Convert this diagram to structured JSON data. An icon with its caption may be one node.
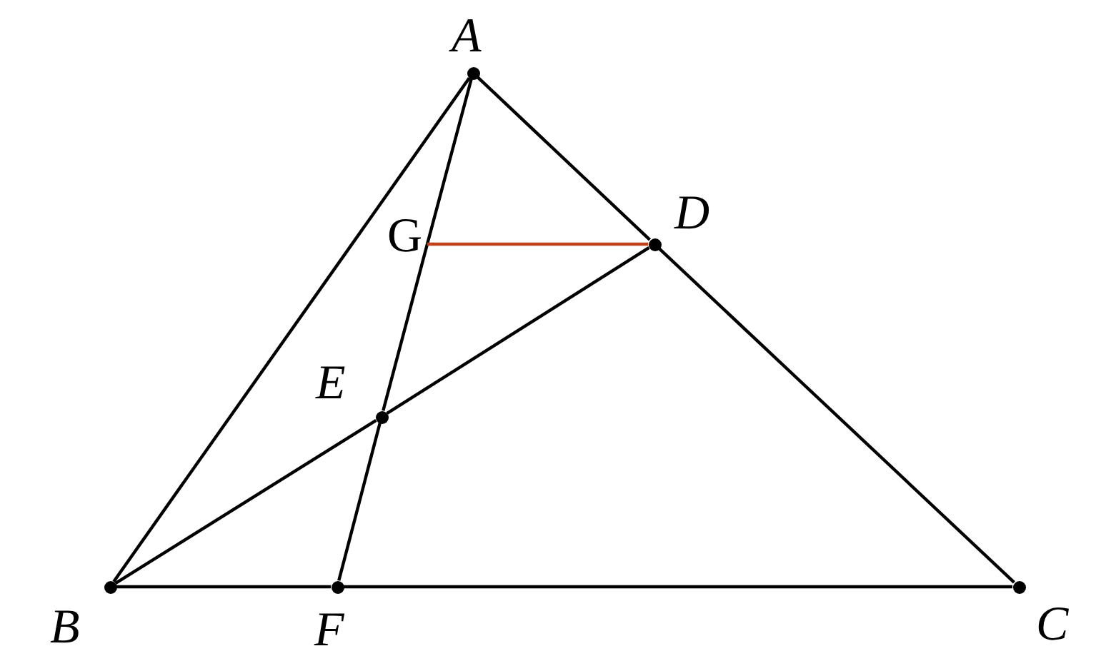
{
  "diagram": {
    "nodes": [
      {
        "text": [
          "A"
        ]
      },
      {
        "text": [
          "G"
        ]
      },
      {
        "text": [
          "D"
        ]
      },
      {
        "text": [
          "E"
        ]
      },
      {
        "text": [
          "B"
        ]
      },
      {
        "text": [
          "F"
        ]
      },
      {
        "text": [
          "C"
        ]
      }
    ],
    "edges": [
      {
        "from": 0,
        "to": 4,
        "arrow": "none"
      },
      {
        "from": 0,
        "to": 2,
        "arrow": "none"
      },
      {
        "from": 2,
        "to": 6,
        "arrow": "none"
      },
      {
        "from": 0,
        "to": 1,
        "arrow": "none"
      },
      {
        "from": 1,
        "to": 3,
        "arrow": "none"
      },
      {
        "from": 3,
        "to": 5,
        "arrow": "none"
      },
      {
        "from": 4,
        "to": 3,
        "arrow": "none"
      },
      {
        "from": 3,
        "to": 2,
        "arrow": "none"
      },
      {
        "from": 4,
        "to": 5,
        "arrow": "none"
      },
      {
        "from": 5,
        "to": 6,
        "arrow": "none"
      },
      {
        "from": 1,
        "to": 2,
        "arrow": "none",
        "color": "#c0401a"
      }
    ]
  }
}
